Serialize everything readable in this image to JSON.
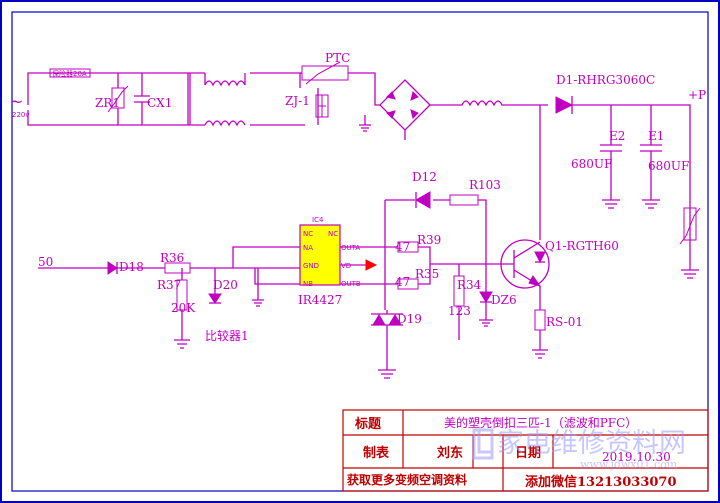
{
  "labels": {
    "fuse": "保险器20A",
    "ac": "~",
    "ac_voltage": "220v",
    "zr1": "ZR1",
    "cx1": "CX1",
    "ptc": "PTC",
    "zj1": "ZJ-1",
    "d1": "D1-RHRG3060C",
    "plus_p": "+P",
    "e2": "E2",
    "e2_val": "680UF",
    "e1": "E1",
    "e1_val": "680UF",
    "d12": "D12",
    "r103": "R103",
    "ic_ref": "IC4",
    "ic_part": "IR4427",
    "pin_nc_l": "NC",
    "pin_na": "NA",
    "pin_gnd": "GND",
    "pin_nb": "NB",
    "pin_nc_r": "NC",
    "pin_outa": "OUTA",
    "pin_vd": "VD",
    "pin_outb": "OUTB",
    "r39": "R39",
    "r39_val": "47",
    "r35": "R35",
    "r35_val": "47",
    "q1": "Q1-RGTH60",
    "r34": "R34",
    "r34_val": "123",
    "dz6": "DZ6",
    "rs01": "RS-01",
    "d19": "D19",
    "input_50": "50",
    "d18": "D18",
    "r36": "R36",
    "r37": "R37",
    "r37_val": "20K",
    "d20": "D20",
    "comparator": "比较器1"
  },
  "title_block": {
    "title_label": "标题",
    "title_value": "美的塑壳倒扣三匹-1（滤波和PFC）",
    "drawn_label": "制表",
    "drawn_value": "刘东",
    "date_label": "日期",
    "date_value": "2019.10.30",
    "promo_left": "获取更多变频空调资料",
    "promo_right": "添加微信13213033070"
  },
  "watermark": {
    "text": "家电维修资料网",
    "url": "www.jdwx01.com"
  },
  "colors": {
    "wire": "#c000c0",
    "frame": "#0000c0",
    "ic_fill": "#ffff00",
    "title_block": "#c00000",
    "arrow": "#ff0000"
  }
}
